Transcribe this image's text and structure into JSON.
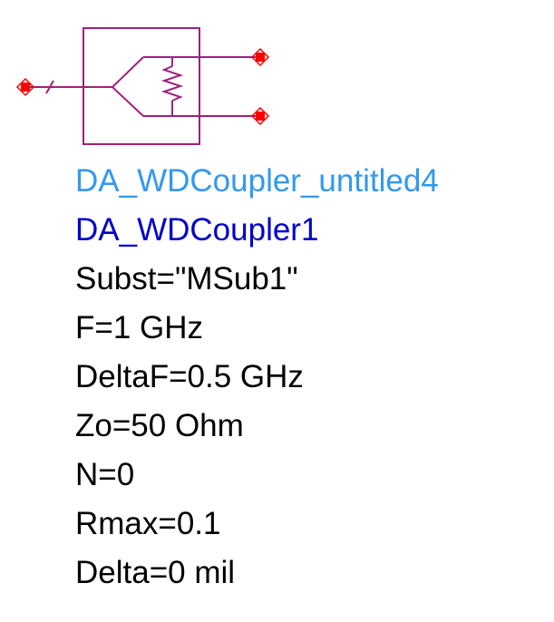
{
  "colors": {
    "symbol": "#a0207a",
    "pin": "#ff0000",
    "component_name": "#3399ee",
    "instance_name": "#0000cc",
    "parameter": "#000000"
  },
  "component": {
    "name": "DA_WDCoupler_untitled4",
    "instance": "DA_WDCoupler1",
    "parameters": [
      "Subst=\"MSub1\"",
      "F=1 GHz",
      "DeltaF=0.5 GHz",
      "Zo=50 Ohm",
      "N=0",
      "Rmax=0.1",
      "Delta=0 mil"
    ]
  }
}
